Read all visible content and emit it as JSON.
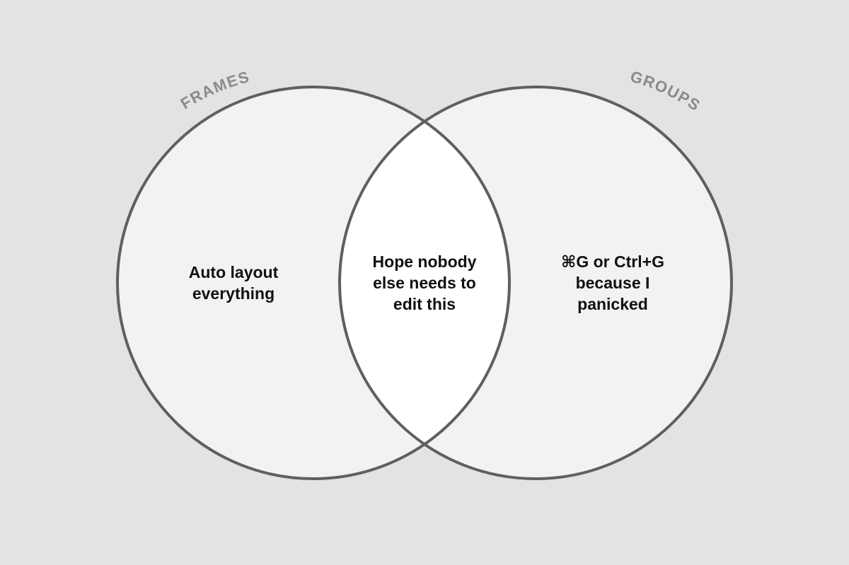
{
  "diagram": {
    "type": "venn",
    "sets": [
      {
        "label": "FRAMES",
        "only_text": "Auto layout\neverything"
      },
      {
        "label": "GROUPS",
        "only_text": "⌘G or Ctrl+G\nbecause I\npanicked"
      }
    ],
    "intersection_text": "Hope nobody\nelse needs to\nedit this"
  },
  "colors": {
    "background": "#e3e3e3",
    "circle_fill": "#f2f2f2",
    "intersection_fill": "#ffffff",
    "outline": "#5f5f5f",
    "label": "#8a8a8a",
    "text": "#111111"
  }
}
